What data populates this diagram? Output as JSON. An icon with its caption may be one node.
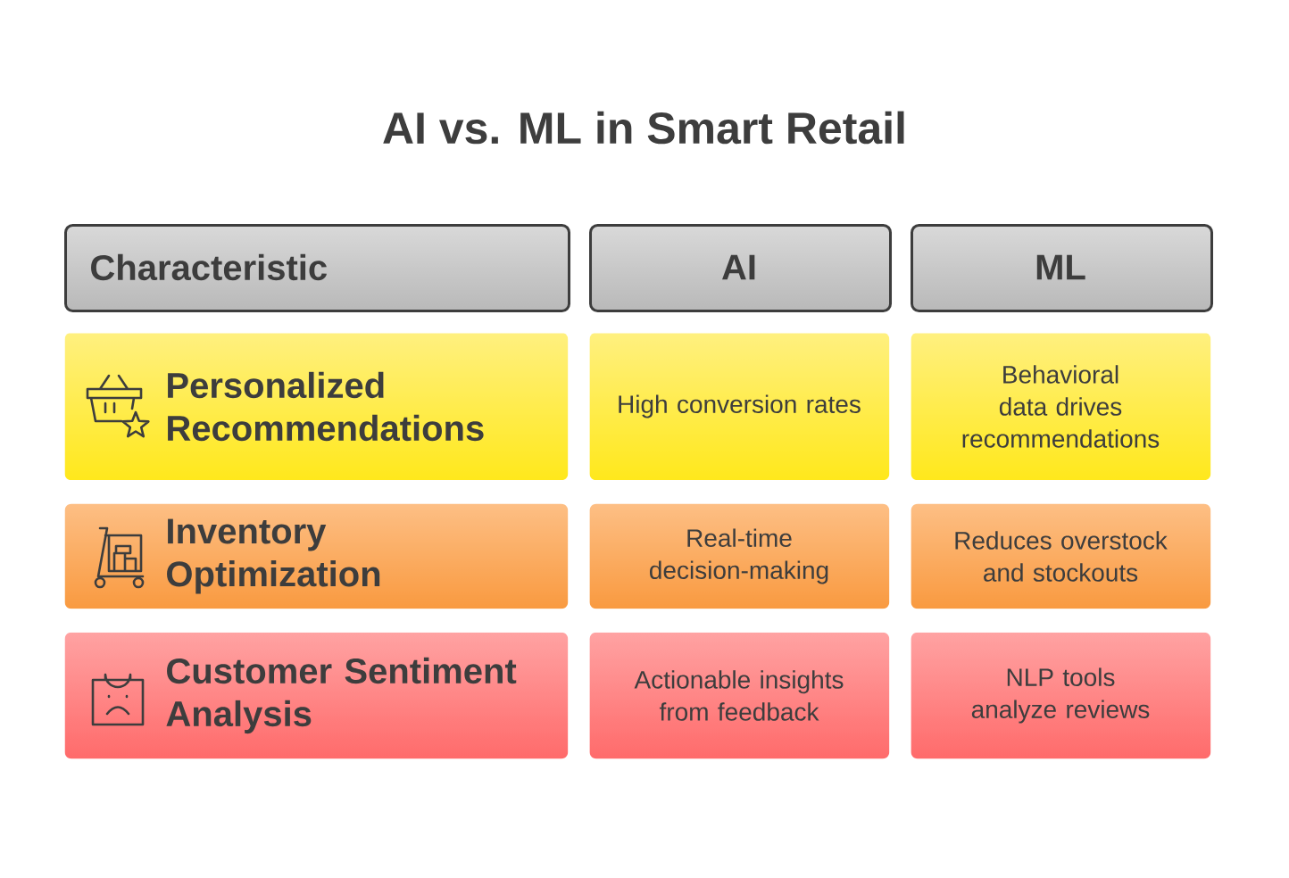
{
  "diagram": {
    "title": "AI vs. ML in Smart Retail",
    "nodes": [
      {
        "text": [
          "Characteristic"
        ]
      },
      {
        "text": [
          "AI"
        ]
      },
      {
        "text": [
          "ML"
        ]
      },
      {
        "text": [
          "Personalized Recommendations"
        ]
      },
      {
        "text": [
          "High conversion rates"
        ]
      },
      {
        "text": [
          "Behavioral data drives recommendations"
        ]
      },
      {
        "text": [
          "Inventory Optimization"
        ]
      },
      {
        "text": [
          "Real-time decision-making"
        ]
      },
      {
        "text": [
          "Reduces overstock and stockouts"
        ]
      },
      {
        "text": [
          "Customer Sentiment Analysis"
        ]
      },
      {
        "text": [
          "Actionable insights from feedback"
        ]
      },
      {
        "text": [
          "NLP tools analyze reviews"
        ]
      }
    ]
  }
}
